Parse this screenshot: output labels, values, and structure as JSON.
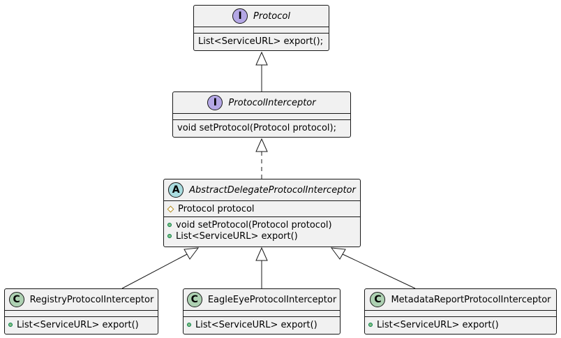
{
  "diagram": {
    "classes": [
      {
        "id": "protocol",
        "kind": "interface",
        "glyph": "I",
        "name": "Protocol",
        "fields": [],
        "methods": [
          "List<ServiceURL> export();"
        ]
      },
      {
        "id": "protocol_interceptor",
        "kind": "interface",
        "glyph": "I",
        "name": "ProtocolInterceptor",
        "fields": [],
        "methods": [
          "void setProtocol(Protocol protocol);"
        ]
      },
      {
        "id": "abstract_delegate",
        "kind": "abstract",
        "glyph": "A",
        "name": "AbstractDelegateProtocolInterceptor",
        "fields": [
          "Protocol protocol"
        ],
        "methods": [
          "void setProtocol(Protocol protocol)",
          "List<ServiceURL> export()"
        ]
      },
      {
        "id": "registry",
        "kind": "class",
        "glyph": "C",
        "name": "RegistryProtocolInterceptor",
        "fields": [],
        "methods": [
          "List<ServiceURL> export()"
        ]
      },
      {
        "id": "eagleeye",
        "kind": "class",
        "glyph": "C",
        "name": "EagleEyeProtocolInterceptor",
        "fields": [],
        "methods": [
          "List<ServiceURL> export()"
        ]
      },
      {
        "id": "metadata",
        "kind": "class",
        "glyph": "C",
        "name": "MetadataReportProtocolInterceptor",
        "fields": [],
        "methods": [
          "List<ServiceURL> export()"
        ]
      }
    ],
    "relations": [
      {
        "from": "protocol_interceptor",
        "to": "protocol",
        "type": "extends"
      },
      {
        "from": "abstract_delegate",
        "to": "protocol_interceptor",
        "type": "implements"
      },
      {
        "from": "registry",
        "to": "abstract_delegate",
        "type": "extends"
      },
      {
        "from": "eagleeye",
        "to": "abstract_delegate",
        "type": "extends"
      },
      {
        "from": "metadata",
        "to": "abstract_delegate",
        "type": "extends"
      }
    ],
    "colors": {
      "box_fill": "#f1f1f1",
      "border": "#181818",
      "interface_glyph": "#b4a7e5",
      "abstract_glyph": "#a9dcdf",
      "class_glyph": "#add1b2",
      "public_marker": "#84be84",
      "protected_marker": "#b38d22"
    }
  }
}
